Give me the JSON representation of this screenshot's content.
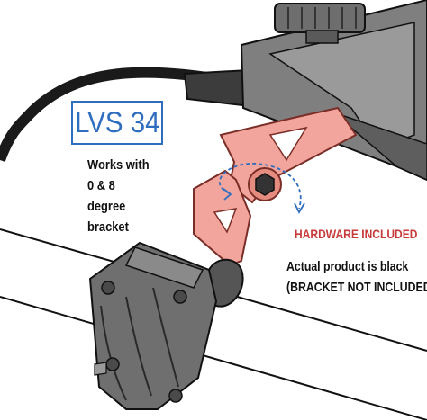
{
  "product": {
    "model": "LVS 34",
    "compatibility_lines": [
      "Works with",
      "0 & 8",
      "degree",
      "bracket"
    ],
    "hardware_note": "HARDWARE INCLUDED",
    "actual_product_note": "Actual product is black",
    "bracket_note": "(BRACKET NOT INCLUDED)"
  },
  "colors": {
    "accent_blue": "#2f6dbf",
    "highlight_red": "#c73a3a",
    "part_pink": "#f2a59c",
    "metal_gray": "#8a8a8a"
  }
}
